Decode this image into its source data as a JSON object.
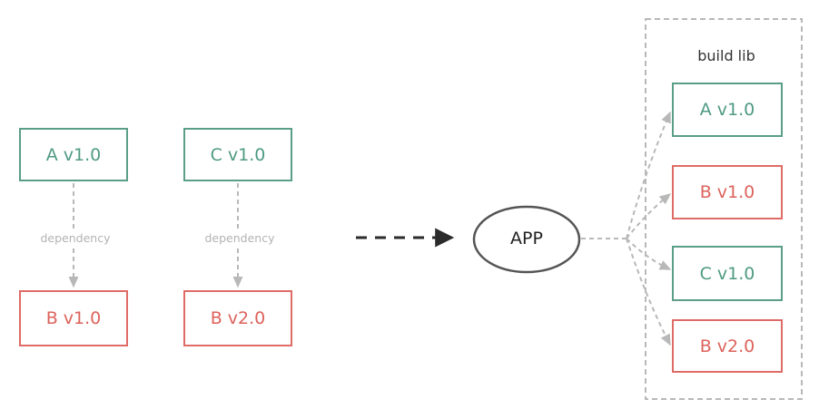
{
  "colors": {
    "green": "#5a9e88",
    "red": "#df6b66",
    "gray_arrow": "#b8b8b8",
    "dark_arrow": "#2b2b2b"
  },
  "left": {
    "group1": {
      "top": "A v1.0",
      "bottom": "B v1.0",
      "edge_label": "dependency"
    },
    "group2": {
      "top": "C v1.0",
      "bottom": "B v2.0",
      "edge_label": "dependency"
    }
  },
  "app": {
    "label": "APP"
  },
  "build_lib": {
    "title": "build lib",
    "items": [
      "A v1.0",
      "B v1.0",
      "C v1.0",
      "B v2.0"
    ]
  }
}
